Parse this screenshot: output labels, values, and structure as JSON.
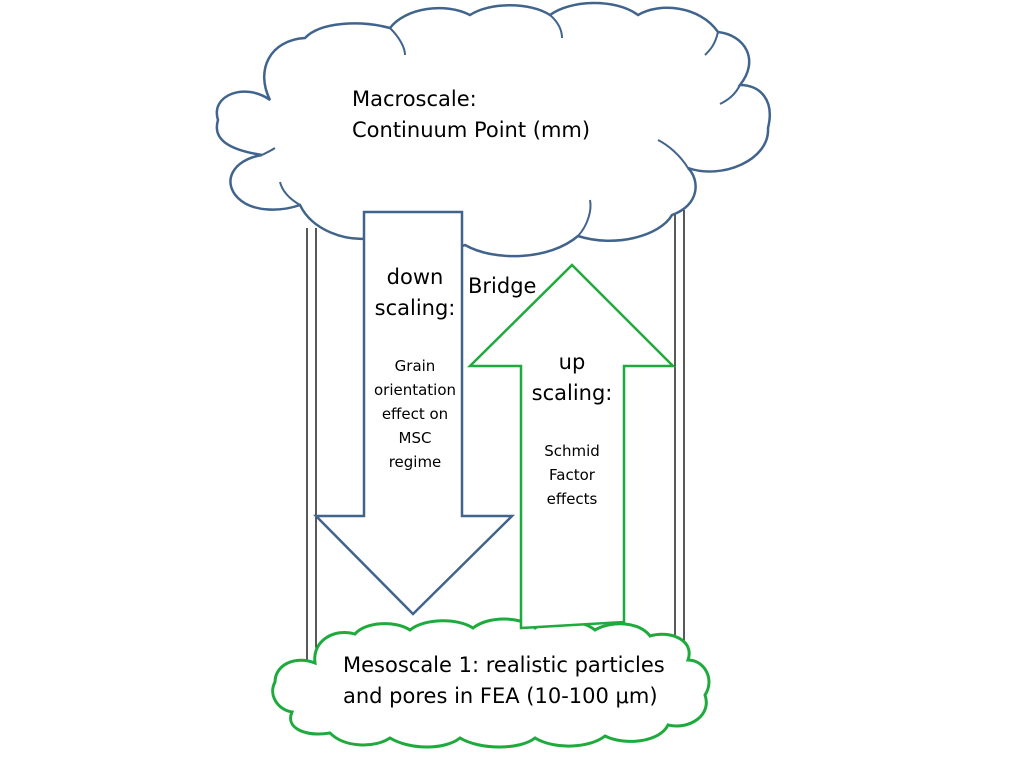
{
  "colors": {
    "macro_outline": "#41648C",
    "meso_outline": "#1EAA3C",
    "down_arrow": "#41648C",
    "up_arrow": "#1EAA3C",
    "bridge_lines": "#000000",
    "text": "#000000"
  },
  "macro_cloud": {
    "line1": "Macroscale:",
    "line2": "Continuum Point (mm)"
  },
  "meso_cloud": {
    "line1": "Mesoscale 1: realistic particles",
    "line2": "and pores in FEA (10-100 μm)"
  },
  "bridge_label": "Bridge",
  "down_arrow": {
    "title1": "down",
    "title2": "scaling:",
    "desc": [
      "Grain",
      "orientation",
      "effect on",
      "MSC",
      "regime"
    ]
  },
  "up_arrow": {
    "title1": "up",
    "title2": "scaling:",
    "desc": [
      "Schmid",
      "Factor",
      "effects"
    ]
  }
}
